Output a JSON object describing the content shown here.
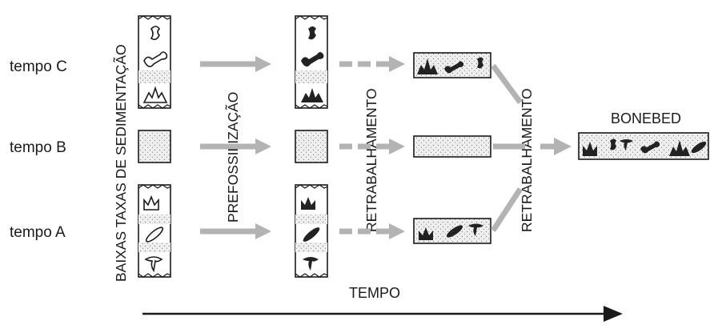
{
  "rows": [
    {
      "label": "tempo C"
    },
    {
      "label": "tempo B"
    },
    {
      "label": "tempo A"
    }
  ],
  "vertical_labels": {
    "sedimentation": "BAIXAS TAXAS DE SEDIMENTAÇÃO",
    "prefossilization": "PREFOSSILIZAÇÃO",
    "reworking_1": "RETRABALHAMENTO",
    "reworking_2": "RETRABALHAMENTO"
  },
  "result_label": "BONEBED",
  "time_axis_label": "TEMPO",
  "colors": {
    "ink": "#1a1a1a",
    "arrow_gray": "#b3b3b3",
    "sediment_fill": "#ececec",
    "fossil_dark": "#222222"
  },
  "icons": [
    "vertebra-fossil-icon",
    "femur-bone-icon",
    "tooth-fossil-icon",
    "rib-bone-icon",
    "mandible-fossil-icon"
  ]
}
